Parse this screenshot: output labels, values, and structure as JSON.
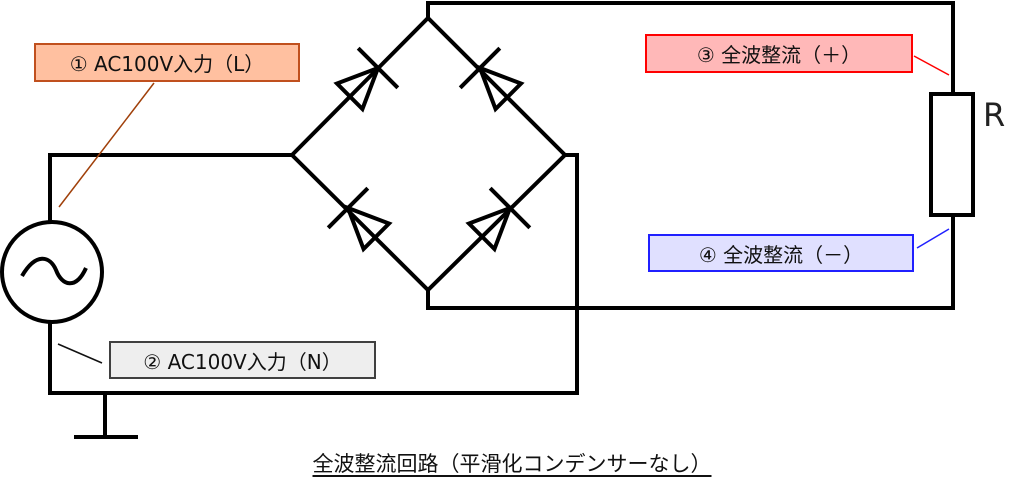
{
  "labels": {
    "l_input": "① AC100V入力（L）",
    "n_input": "② AC100V入力（N）",
    "plus": "③ 全波整流（＋）",
    "minus": "④ 全波整流（－）"
  },
  "resistor": "R",
  "title": "全波整流回路（平滑化コンデンサーなし）",
  "colors": {
    "l_fill": "#FFC0A0",
    "l_border": "#C0501E",
    "n_fill": "#EEEEEE",
    "n_border": "#404040",
    "plus_fill": "#FFB8B8",
    "plus_border": "#FF0000",
    "minus_fill": "#E0E0FF",
    "minus_border": "#2020FF"
  }
}
